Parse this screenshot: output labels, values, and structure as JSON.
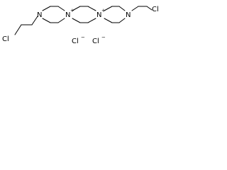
{
  "molecule": {
    "atoms": {
      "cl_left": "Cl",
      "n1": "N",
      "n_plus_1": "N",
      "n_plus_2": "N",
      "n4": "N",
      "cl_right": "Cl"
    },
    "charge_symbol": "+",
    "counter_ions": [
      "Cl",
      "Cl"
    ],
    "counter_ion_charge": "−"
  }
}
